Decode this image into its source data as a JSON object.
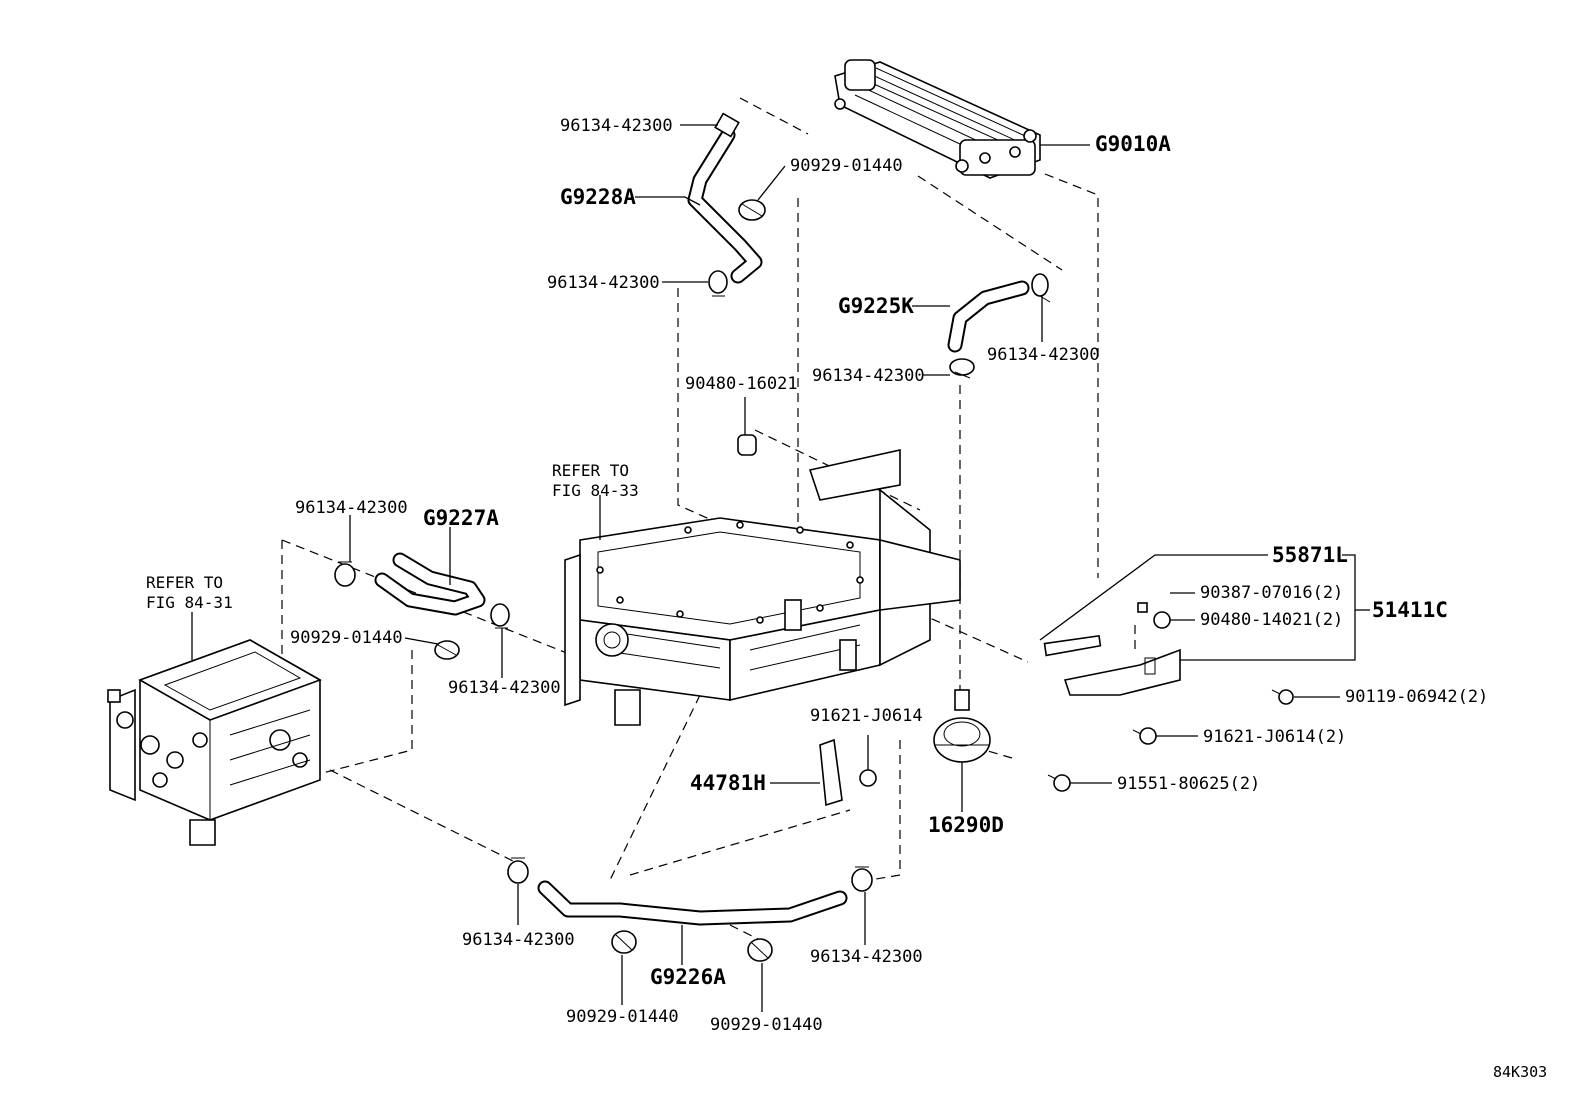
{
  "diagram": {
    "code": "84K303",
    "refs": {
      "fig_84_33": [
        "REFER TO",
        "FIG 84-33"
      ],
      "fig_84_31": [
        "REFER TO",
        "FIG 84-31"
      ]
    },
    "parts": {
      "radiator": "G9010A",
      "hose_upper": "G9228A",
      "hose_short": "G9225K",
      "hose_left": "G9227A",
      "hose_lower": "G9226A",
      "reserve_tank": "55871L",
      "bracket_assy": "51411C",
      "bracket_small": "44781H",
      "water_pump": "16290D"
    },
    "callouts": {
      "clamp_top": "96134-42300",
      "clip_top": "90929-01440",
      "clamp_mid_left": "96134-42300",
      "clamp_mid_right": "96134-42300",
      "clamp_pump_top": "96134-42300",
      "grommet": "90480-16021",
      "clamp_left_top": "96134-42300",
      "clip_left": "90929-01440",
      "clamp_left_bottom": "96134-42300",
      "screw_tank": "90387-07016(2)",
      "grommet_tank": "90480-14021(2)",
      "bolt_bracket": "90119-06942(2)",
      "bolt_pump_small": "91621-J0614",
      "bolt_pump_2": "91621-J0614(2)",
      "bolt_pump_3": "91551-80625(2)",
      "clamp_bottom_left": "96134-42300",
      "clamp_bottom_right": "96134-42300",
      "clip_bottom_left": "90929-01440",
      "clip_bottom_right": "90929-01440"
    }
  }
}
